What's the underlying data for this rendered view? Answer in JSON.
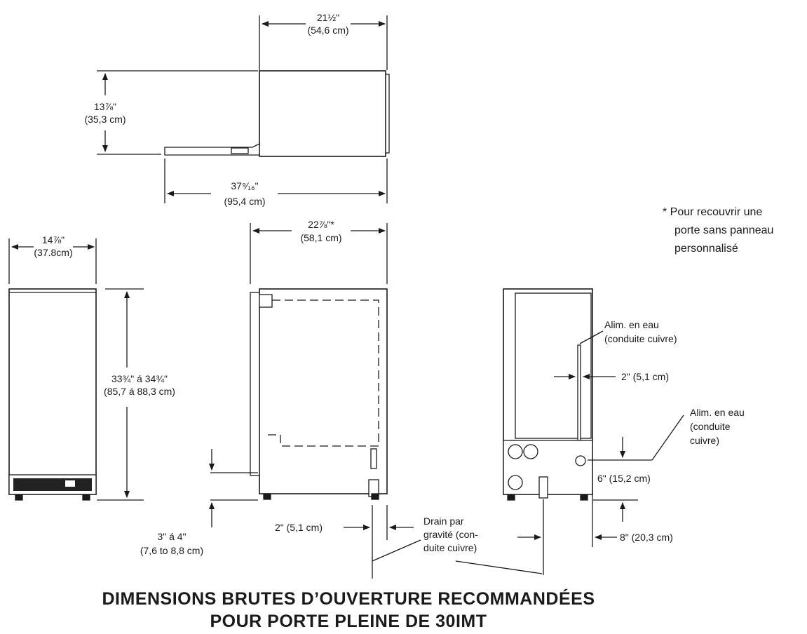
{
  "top_view": {
    "width_in": "21½\"",
    "width_cm": "(54,6 cm)",
    "height_in": "13⅞\"",
    "height_cm": "(35,3 cm)",
    "depth_in": "37⁹⁄₁₆\"",
    "depth_cm": "(95,4 cm)"
  },
  "front_view": {
    "width_in": "14⅞\"",
    "width_cm": "(37.8cm)",
    "height_in": "33¾\" á 34¾\"",
    "height_cm": "(85,7 á 88,3 cm)"
  },
  "side_view": {
    "depth_in": "22⅞\"*",
    "depth_cm": "(58,1 cm)",
    "leg_in": "3\" á 4\"",
    "leg_cm": "(7,6 to 8,8 cm)",
    "drain_offset": "2\" (5,1 cm)",
    "drain_label": [
      "Drain par",
      "gravité (con-",
      "duite cuivre)"
    ]
  },
  "rear_view": {
    "water_label_1": [
      "Alim. en eau",
      "(conduite cuivre)"
    ],
    "water_offset": "2\" (5,1 cm)",
    "water_label_2": [
      "Alim. en eau",
      "(conduite",
      "cuivre)"
    ],
    "height_offset": "6\" (15,2 cm)",
    "side_offset": "8\" (20,3 cm)"
  },
  "footnote": [
    "*  Pour recouvrir une",
    "porte sans panneau",
    "personnalisé"
  ],
  "title_lines": [
    "DIMENSIONS BRUTES D’OUVERTURE RECOMMANDÉES",
    "POUR PORTE PLEINE DE 30IMT"
  ]
}
